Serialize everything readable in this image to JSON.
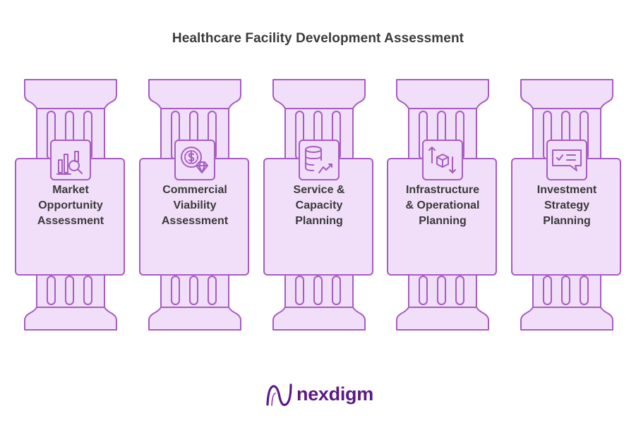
{
  "title": "Healthcare Facility Development Assessment",
  "colors": {
    "fill": "#F1DEF8",
    "stroke": "#A65DC2",
    "text": "#3A3A3A",
    "brand": "#5B1A86"
  },
  "pillars": [
    {
      "lines": [
        "Market",
        "Opportunity",
        "Assessment"
      ],
      "icon": "market-analysis-icon"
    },
    {
      "lines": [
        "Commercial",
        "Viability",
        "Assessment"
      ],
      "icon": "dollar-diamond-icon"
    },
    {
      "lines": [
        "Service &",
        "Capacity",
        "Planning"
      ],
      "icon": "database-chart-icon"
    },
    {
      "lines": [
        "Infrastructure",
        "& Operational",
        "Planning"
      ],
      "icon": "box-arrows-icon"
    },
    {
      "lines": [
        "Investment",
        "Strategy",
        "Planning"
      ],
      "icon": "checklist-icon"
    }
  ],
  "brand": {
    "name": "nexdigm",
    "icon": "nexdigm-logo-icon"
  }
}
